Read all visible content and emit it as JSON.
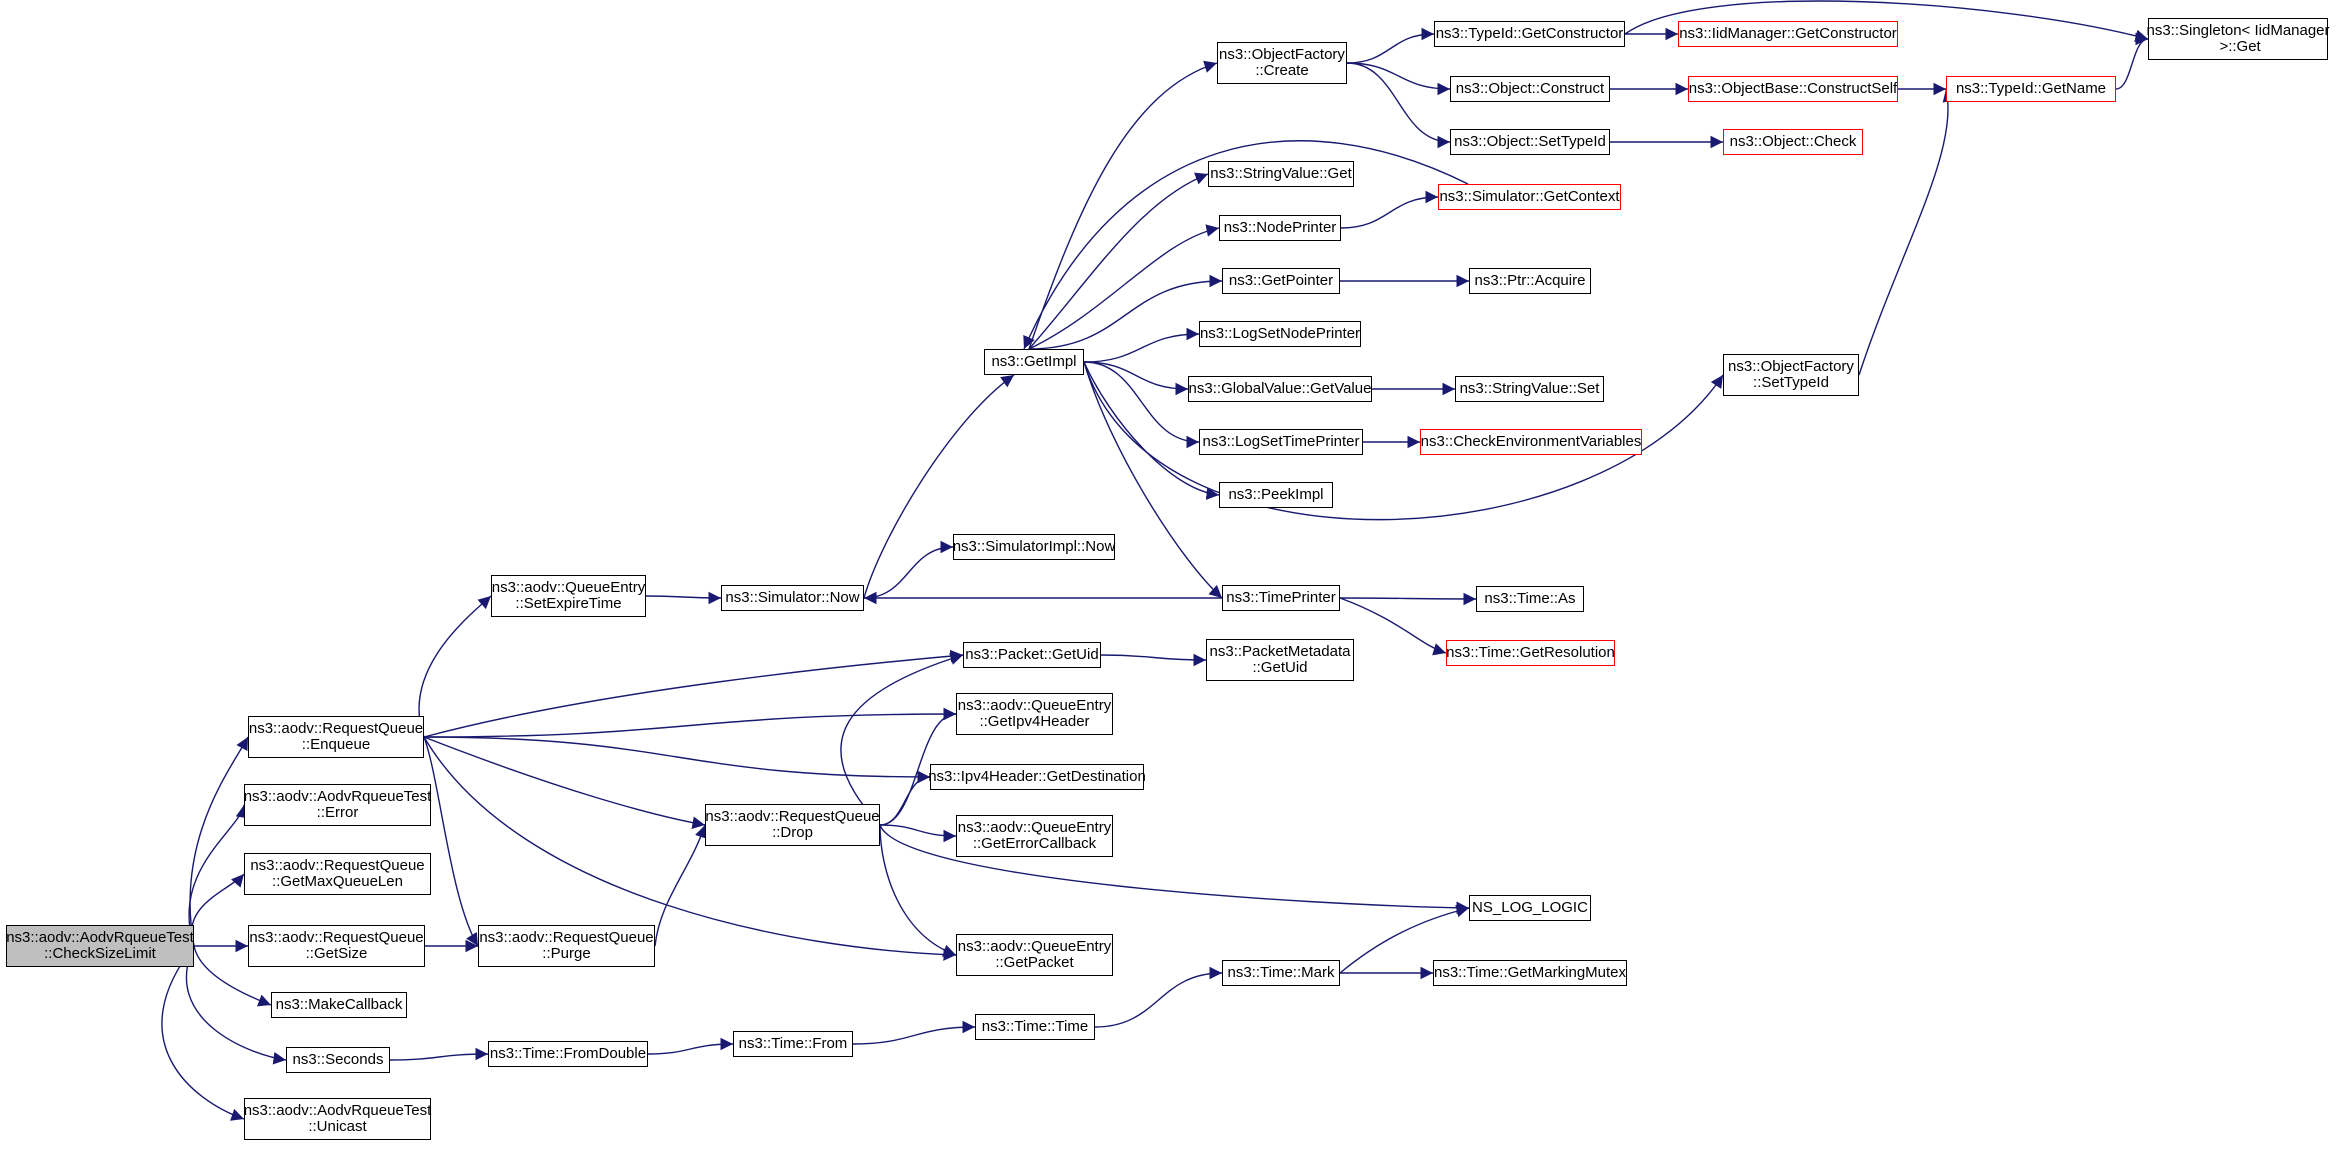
{
  "graph": {
    "colors": {
      "edge": "#191970",
      "node_border": "#000000",
      "truncated_border": "#ff0000",
      "root_fill": "#bfbfbf"
    },
    "nodes": [
      {
        "id": "root",
        "label": "ns3::aodv::AodvRqueueTest\n::CheckSizeLimit",
        "kind": "root"
      },
      {
        "id": "rq_enqueue",
        "label": "ns3::aodv::RequestQueue\n::Enqueue"
      },
      {
        "id": "art_error",
        "label": "ns3::aodv::AodvRqueueTest\n::Error"
      },
      {
        "id": "rq_getmax",
        "label": "ns3::aodv::RequestQueue\n::GetMaxQueueLen"
      },
      {
        "id": "rq_getsize",
        "label": "ns3::aodv::RequestQueue\n::GetSize"
      },
      {
        "id": "makecallback",
        "label": "ns3::MakeCallback"
      },
      {
        "id": "seconds",
        "label": "ns3::Seconds"
      },
      {
        "id": "art_unicast",
        "label": "ns3::aodv::AodvRqueueTest\n::Unicast"
      },
      {
        "id": "qe_setexpire",
        "label": "ns3::aodv::QueueEntry\n::SetExpireTime"
      },
      {
        "id": "rq_purge",
        "label": "ns3::aodv::RequestQueue\n::Purge"
      },
      {
        "id": "time_fromdouble",
        "label": "ns3::Time::FromDouble"
      },
      {
        "id": "sim_now",
        "label": "ns3::Simulator::Now"
      },
      {
        "id": "rq_drop",
        "label": "ns3::aodv::RequestQueue\n::Drop"
      },
      {
        "id": "time_from",
        "label": "ns3::Time::From"
      },
      {
        "id": "getimpl",
        "label": "ns3::GetImpl"
      },
      {
        "id": "simimpl_now",
        "label": "ns3::SimulatorImpl::Now"
      },
      {
        "id": "packet_getuid",
        "label": "ns3::Packet::GetUid"
      },
      {
        "id": "qe_getipv4",
        "label": "ns3::aodv::QueueEntry\n::GetIpv4Header"
      },
      {
        "id": "ipv4_getdest",
        "label": "ns3::Ipv4Header::GetDestination"
      },
      {
        "id": "qe_geterrcb",
        "label": "ns3::aodv::QueueEntry\n::GetErrorCallback"
      },
      {
        "id": "qe_getpacket",
        "label": "ns3::aodv::QueueEntry\n::GetPacket"
      },
      {
        "id": "time_time",
        "label": "ns3::Time::Time"
      },
      {
        "id": "of_create",
        "label": "ns3::ObjectFactory\n::Create"
      },
      {
        "id": "sv_get",
        "label": "ns3::StringValue::Get"
      },
      {
        "id": "nodeprinter",
        "label": "ns3::NodePrinter"
      },
      {
        "id": "getpointer",
        "label": "ns3::GetPointer"
      },
      {
        "id": "logsetnodeprinter",
        "label": "ns3::LogSetNodePrinter"
      },
      {
        "id": "gv_getvalue",
        "label": "ns3::GlobalValue::GetValue"
      },
      {
        "id": "logsettimeprinter",
        "label": "ns3::LogSetTimePrinter"
      },
      {
        "id": "peekimpl",
        "label": "ns3::PeekImpl"
      },
      {
        "id": "timeprinter",
        "label": "ns3::TimePrinter"
      },
      {
        "id": "pm_getuid",
        "label": "ns3::PacketMetadata\n::GetUid"
      },
      {
        "id": "time_mark",
        "label": "ns3::Time::Mark"
      },
      {
        "id": "typeid_getctor",
        "label": "ns3::TypeId::GetConstructor"
      },
      {
        "id": "obj_construct",
        "label": "ns3::Object::Construct"
      },
      {
        "id": "obj_settypeid",
        "label": "ns3::Object::SetTypeId"
      },
      {
        "id": "sim_getcontext",
        "label": "ns3::Simulator::GetContext",
        "kind": "truncated"
      },
      {
        "id": "ptr_acquire",
        "label": "ns3::Ptr::Acquire"
      },
      {
        "id": "sv_set",
        "label": "ns3::StringValue::Set"
      },
      {
        "id": "checkenv",
        "label": "ns3::CheckEnvironmentVariables",
        "kind": "truncated"
      },
      {
        "id": "time_as",
        "label": "ns3::Time::As"
      },
      {
        "id": "time_getres",
        "label": "ns3::Time::GetResolution",
        "kind": "truncated"
      },
      {
        "id": "ns_log_logic",
        "label": "NS_LOG_LOGIC"
      },
      {
        "id": "time_getmutex",
        "label": "ns3::Time::GetMarkingMutex"
      },
      {
        "id": "iidmgr_getctor",
        "label": "ns3::IidManager::GetConstructor",
        "kind": "truncated"
      },
      {
        "id": "objbase_constructself",
        "label": "ns3::ObjectBase::ConstructSelf",
        "kind": "truncated"
      },
      {
        "id": "obj_check",
        "label": "ns3::Object::Check",
        "kind": "truncated"
      },
      {
        "id": "of_settypeid",
        "label": "ns3::ObjectFactory\n::SetTypeId"
      },
      {
        "id": "typeid_getname",
        "label": "ns3::TypeId::GetName",
        "kind": "truncated"
      },
      {
        "id": "singleton_get",
        "label": "ns3::Singleton< IidManager\n >::Get"
      }
    ],
    "edges": [
      [
        "root",
        "rq_enqueue"
      ],
      [
        "root",
        "art_error"
      ],
      [
        "root",
        "rq_getmax"
      ],
      [
        "root",
        "rq_getsize"
      ],
      [
        "root",
        "makecallback"
      ],
      [
        "root",
        "seconds"
      ],
      [
        "root",
        "art_unicast"
      ],
      [
        "rq_enqueue",
        "qe_setexpire"
      ],
      [
        "rq_enqueue",
        "packet_getuid"
      ],
      [
        "rq_enqueue",
        "qe_getipv4"
      ],
      [
        "rq_enqueue",
        "ipv4_getdest"
      ],
      [
        "rq_enqueue",
        "rq_drop"
      ],
      [
        "rq_enqueue",
        "qe_getpacket"
      ],
      [
        "rq_enqueue",
        "rq_purge"
      ],
      [
        "rq_getsize",
        "rq_purge"
      ],
      [
        "rq_purge",
        "rq_drop"
      ],
      [
        "rq_drop",
        "packet_getuid"
      ],
      [
        "rq_drop",
        "qe_getipv4"
      ],
      [
        "rq_drop",
        "ipv4_getdest"
      ],
      [
        "rq_drop",
        "qe_geterrcb"
      ],
      [
        "rq_drop",
        "qe_getpacket"
      ],
      [
        "rq_drop",
        "ns_log_logic"
      ],
      [
        "seconds",
        "time_fromdouble"
      ],
      [
        "time_fromdouble",
        "time_from"
      ],
      [
        "time_from",
        "time_time"
      ],
      [
        "time_time",
        "time_mark"
      ],
      [
        "time_mark",
        "ns_log_logic"
      ],
      [
        "time_mark",
        "time_getmutex"
      ],
      [
        "qe_setexpire",
        "sim_now"
      ],
      [
        "sim_now",
        "simimpl_now"
      ],
      [
        "sim_now",
        "getimpl"
      ],
      [
        "getimpl",
        "of_create"
      ],
      [
        "getimpl",
        "sv_get"
      ],
      [
        "getimpl",
        "nodeprinter"
      ],
      [
        "getimpl",
        "getpointer"
      ],
      [
        "getimpl",
        "logsetnodeprinter"
      ],
      [
        "getimpl",
        "gv_getvalue"
      ],
      [
        "getimpl",
        "logsettimeprinter"
      ],
      [
        "getimpl",
        "peekimpl"
      ],
      [
        "getimpl",
        "timeprinter"
      ],
      [
        "getimpl",
        "of_settypeid"
      ],
      [
        "sim_getcontext",
        "getimpl"
      ],
      [
        "timeprinter",
        "sim_now"
      ],
      [
        "timeprinter",
        "time_as"
      ],
      [
        "timeprinter",
        "time_getres"
      ],
      [
        "packet_getuid",
        "pm_getuid"
      ],
      [
        "of_create",
        "typeid_getctor"
      ],
      [
        "of_create",
        "obj_construct"
      ],
      [
        "of_create",
        "obj_settypeid"
      ],
      [
        "typeid_getctor",
        "iidmgr_getctor"
      ],
      [
        "typeid_getctor",
        "singleton_get"
      ],
      [
        "obj_construct",
        "objbase_constructself"
      ],
      [
        "objbase_constructself",
        "typeid_getname"
      ],
      [
        "obj_settypeid",
        "obj_check"
      ],
      [
        "nodeprinter",
        "sim_getcontext"
      ],
      [
        "getpointer",
        "ptr_acquire"
      ],
      [
        "gv_getvalue",
        "sv_set"
      ],
      [
        "logsettimeprinter",
        "checkenv"
      ],
      [
        "of_settypeid",
        "typeid_getname"
      ],
      [
        "typeid_getname",
        "singleton_get"
      ]
    ]
  }
}
